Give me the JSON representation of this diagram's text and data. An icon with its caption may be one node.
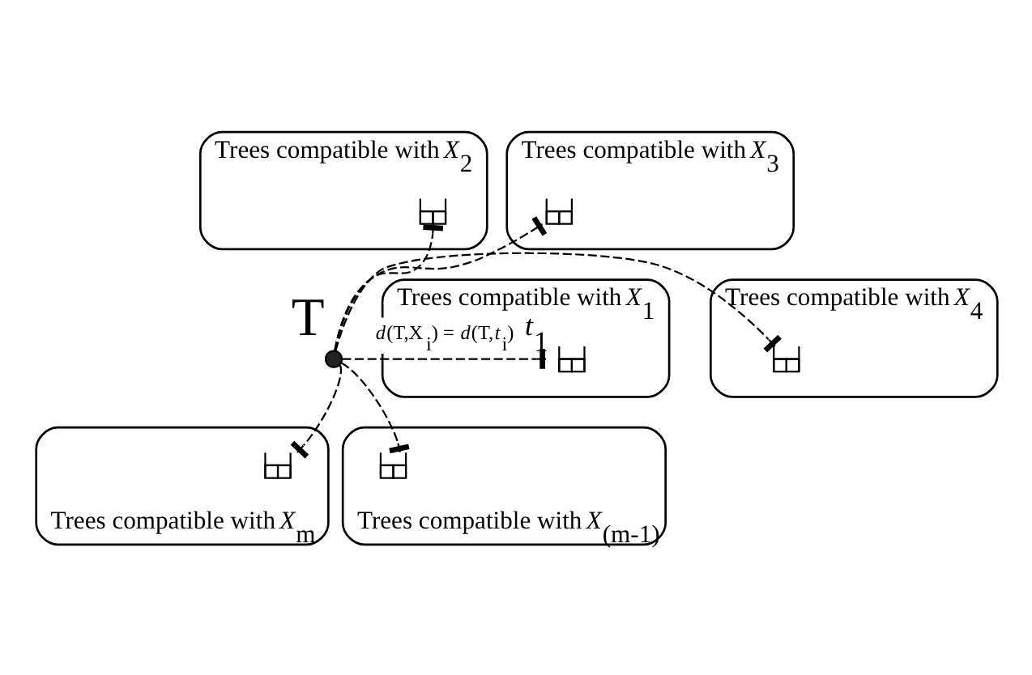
{
  "diagram": {
    "nodes": [
      {
        "text": [
          "Trees compatible with *X*$_{2}$"
        ]
      },
      {
        "text": [
          "Trees compatible with *X*$_{3}$"
        ]
      },
      {
        "text": [
          "Trees compatible with *X*$_{1}$"
        ]
      },
      {
        "text": [],
        "shape": "circle",
        "beside": [
          "T"
        ]
      },
      {
        "text": [
          "Trees compatible with *X*$_{4}$"
        ]
      },
      {
        "text": [
          "Trees compatible with *X*$_{m}$"
        ]
      },
      {
        "text": [
          "Trees compatible with *X*$_{(m-1)}$"
        ]
      },
      {
        "text": [],
        "shape": "picture",
        "in": 0
      },
      {
        "text": [],
        "shape": "picture",
        "in": 1
      },
      {
        "text": [],
        "shape": "picture",
        "in": 2,
        "beside": [
          "*t*$_{1}$"
        ]
      },
      {
        "text": [],
        "shape": "picture",
        "in": 4
      },
      {
        "text": [],
        "shape": "picture",
        "in": 5
      },
      {
        "text": [],
        "shape": "picture",
        "in": 6
      }
    ],
    "edges": [
      {
        "from": 3,
        "to": 9,
        "arrow": "other",
        "style": "dashed",
        "label": "*d*(T,X$_{i}$) = *d*(T,*t*$_{i}$)"
      },
      {
        "from": 3,
        "to": 7,
        "arrow": "other",
        "style": "dashed"
      },
      {
        "from": 3,
        "to": 8,
        "arrow": "other",
        "style": "dashed"
      },
      {
        "from": 3,
        "to": 10,
        "arrow": "other",
        "style": "dashed"
      },
      {
        "from": 3,
        "to": 12,
        "arrow": "other",
        "style": "dashed"
      },
      {
        "from": 3,
        "to": 11,
        "arrow": "other",
        "style": "dashed"
      }
    ]
  }
}
